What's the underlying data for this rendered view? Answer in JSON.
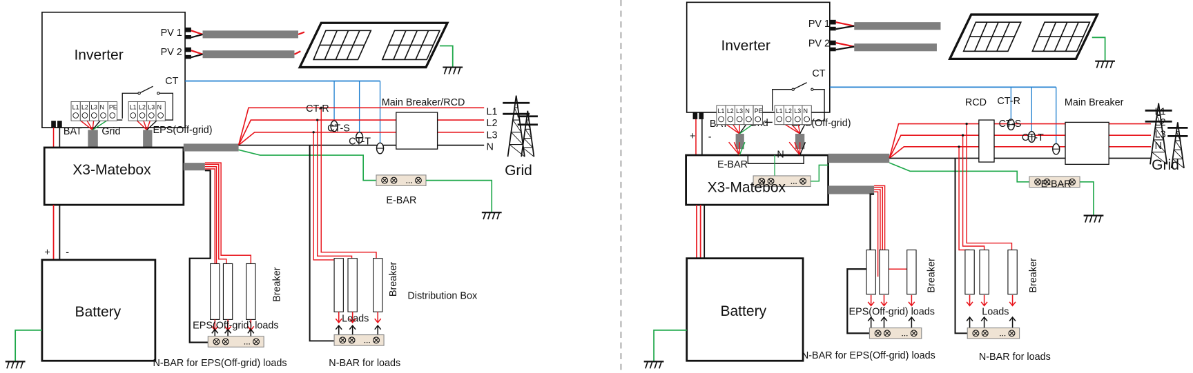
{
  "colors": {
    "line": "#e8141b",
    "neutral": "#111111",
    "ct": "#1f7fd0",
    "earth": "#1ea84a",
    "cable": "#7f7f7f",
    "bar_fill": "#efe3d4"
  },
  "left": {
    "inverter": "Inverter",
    "pv1": "PV 1",
    "pv2": "PV 2",
    "ct": "CT",
    "grid_terminals": [
      "L1",
      "L2",
      "L3",
      "N",
      "PE"
    ],
    "eps_terminals": [
      "L1",
      "L2",
      "L3",
      "N"
    ],
    "bat": "BAT",
    "grid_port": "Grid",
    "eps_port": "EPS(Off-grid)",
    "matebox": "X3-Matebox",
    "battery": "Battery",
    "plus": "+",
    "minus": "-",
    "main_breaker": "Main Breaker/RCD",
    "ct_r": "CT-R",
    "ct_s": "CT-S",
    "ct_t": "CT-T",
    "l1": "L1",
    "l2": "L2",
    "l3": "L3",
    "n": "N",
    "grid": "Grid",
    "ebar": "E-BAR",
    "breaker": "Breaker",
    "eps_loads": "EPS(Off-grid) loads",
    "loads": "Loads",
    "distribution_box": "Distribution Box",
    "nbar_eps": "N-BAR for EPS(Off-grid) loads",
    "nbar_loads": "N-BAR for loads"
  },
  "right": {
    "inverter": "Inverter",
    "pv1": "PV 1",
    "pv2": "PV 2",
    "ct": "CT",
    "grid_terminals": [
      "L1",
      "L2",
      "L3",
      "N",
      "PE"
    ],
    "eps_terminals": [
      "L1",
      "L2",
      "L3",
      "N"
    ],
    "bat": "BAT",
    "grid_port": "Grid",
    "eps_port": "EPS(Off-grid)",
    "matebox": "X3-Matebox",
    "battery": "Battery",
    "plus": "+",
    "minus": "-",
    "n_link": "N",
    "inner_ebar": "E-BAR",
    "rcd": "RCD",
    "main_breaker": "Main Breaker",
    "ct_r": "CT-R",
    "ct_s": "CT-S",
    "ct_t": "CT-T",
    "l1": "L1",
    "l2": "L2",
    "l3": "L3",
    "n": "N",
    "grid": "Grid",
    "ebar": "E-BAR",
    "breaker": "Breaker",
    "eps_loads": "EPS(Off-grid) loads",
    "loads": "Loads",
    "nbar_eps": "N-BAR for EPS(Off-grid) loads",
    "nbar_loads": "N-BAR for loads"
  }
}
